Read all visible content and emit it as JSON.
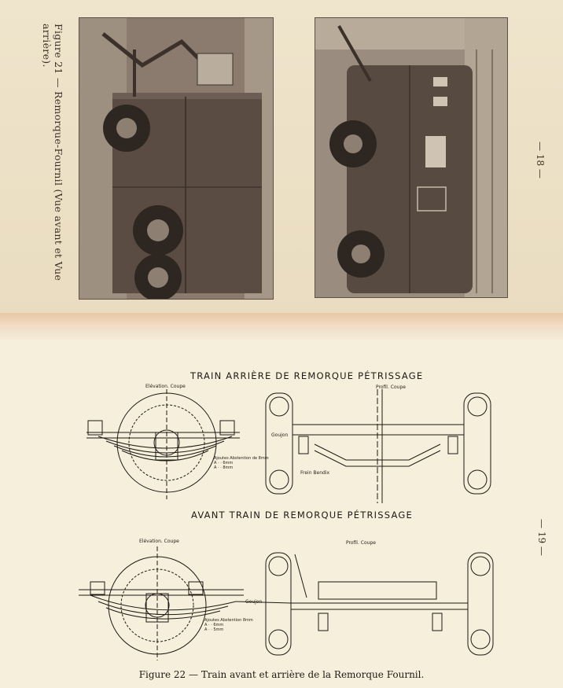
{
  "top_page": {
    "page_number": "— 18 —",
    "figure_caption": "Figure 21 — Remorque-Fournil (Vue avant et Vue arrière).",
    "photo_left_icon": "truck-trailer-photo-icon",
    "photo_right_icon": "truck-trailer-photo-icon"
  },
  "bottom_page": {
    "page_number": "— 19 —",
    "rear_drawing": {
      "title": "TRAIN ARRIÈRE DE REMORQUE PÉTRISSAGE",
      "elevation_label": "Elévation. Coupe",
      "profile_label": "Profil. Coupe",
      "label_goujon": "Goujon",
      "label_frein": "Frein Bendix",
      "notes": [
        "Ajoutes  Abstention de 8mm",
        "A · ·  6mm",
        "A · ·  8mm"
      ]
    },
    "front_drawing": {
      "title": "AVANT TRAIN DE REMORQUE PÉTRISSAGE",
      "elevation_label": "Elévation. Coupe",
      "profile_label": "Profil. Coupe",
      "label_goujon": "Goujon",
      "notes": [
        "Ajoutes  Abstention 8mm",
        "A · ·  6mm",
        "A · ·  5mm"
      ]
    },
    "figure_caption": "Figure 22 — Train avant et arrière de la Remorque Fournil."
  },
  "colors": {
    "paper_top": "#efe5cc",
    "paper_bottom": "#f5efdc",
    "photo_tone": "#7d6e62",
    "ink": "#1e1a14"
  }
}
